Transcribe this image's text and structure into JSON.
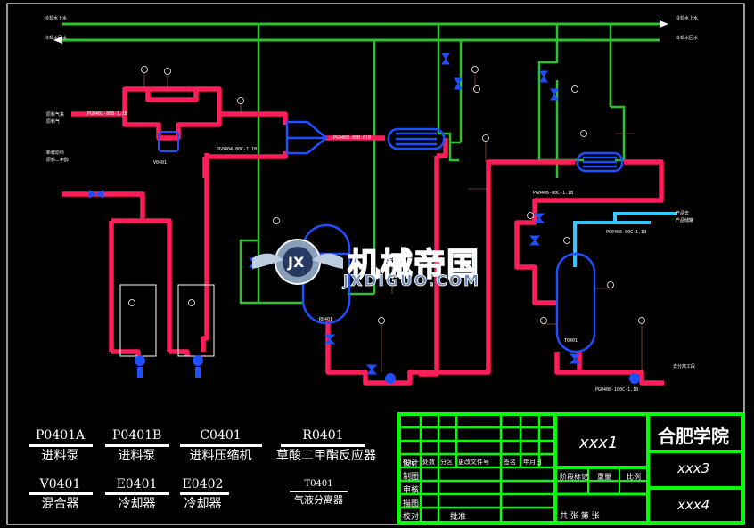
{
  "colors": {
    "background": "#000000",
    "process_pipe": "#ff1e5a",
    "water_pipe": "#2ec22e",
    "cyan_pipe": "#32c8ff",
    "vessel_blue": "#1e50ff",
    "title_block": "#00ff00"
  },
  "diagram": {
    "header_lines": {
      "supply_left": "冷却水上水",
      "return_left": "冷却水回水",
      "supply_right": "冷却水上水",
      "return_right": "冷却水回水"
    },
    "small_labels": {
      "inlet1": "原料气来",
      "inlet2": "原料气",
      "inlet3": "新鲜原料",
      "inlet4": "原料二甲醇",
      "pipe1": "PG0401-80B-1.1B",
      "pipe2": "PG0404-80C-1.1B",
      "pipe3": "PG0403-80B-P1B",
      "pipe4": "PG0406-80C-1.1B",
      "pipe5": "PG0405-80C-1.1B",
      "pipe6": "PG0408-100C-1.1B",
      "outlet1": "产品去",
      "outlet2": "产品储罐",
      "outlet3": "去分离工段",
      "eq_mix": "V0401",
      "eq_r": "R0401",
      "eq_t": "T0401"
    },
    "watermark": {
      "cn": "机械帝国",
      "en": "JXDIGUO.COM",
      "logo_letters": "JX"
    }
  },
  "legend": [
    {
      "code": "P0401A",
      "name": "进料泵"
    },
    {
      "code": "P0401B",
      "name": "进料泵"
    },
    {
      "code": "C0401",
      "name": "进料压缩机"
    },
    {
      "code": "R0401",
      "name": "草酸二甲酯反应器"
    },
    {
      "code": "V0401",
      "name": "混合器"
    },
    {
      "code": "E0401",
      "name": "冷却器"
    },
    {
      "code": "E0402",
      "name": "冷却器"
    },
    {
      "code": "T0401",
      "name": "气液分离器"
    }
  ],
  "title_block": {
    "drawing_name": "xxx1",
    "school": "合肥学院",
    "field3": "xxx3",
    "field4": "xxx4",
    "left_labels": [
      "设计",
      "制图",
      "审核",
      "描图",
      "校对",
      "批准"
    ],
    "row_labels": [
      "标记",
      "处数",
      "分区",
      "更改文件号",
      "签名",
      "年月日"
    ],
    "mid_labels": [
      "阶段标记",
      "重量",
      "比例"
    ],
    "bottom_left": "共 张 第 张"
  }
}
